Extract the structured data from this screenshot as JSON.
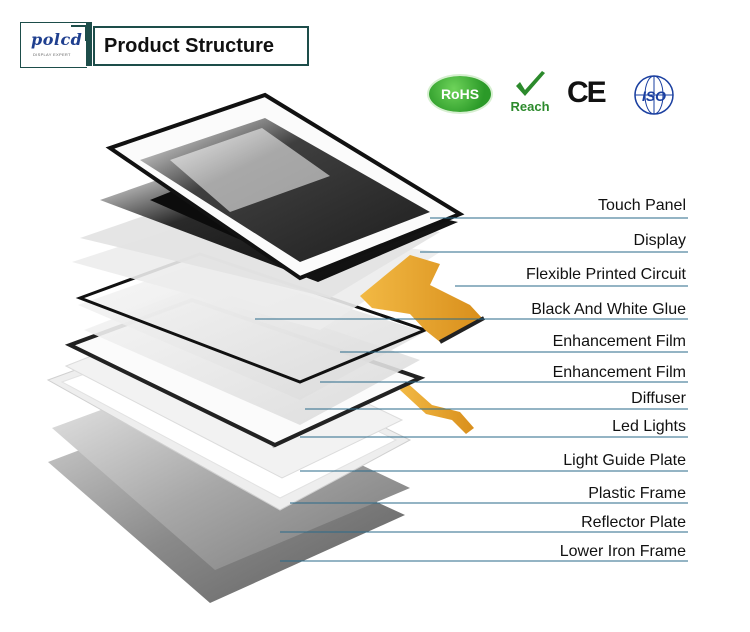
{
  "header": {
    "logo_text": "polcd",
    "logo_subtext": "DISPLAY EXPERT",
    "title": "Product Structure"
  },
  "certifications": {
    "rohs": "RoHS",
    "reach": "Reach",
    "ce": "CE",
    "iso": "ISO"
  },
  "colors": {
    "frame_dark": "#1d4d4a",
    "fpc_orange": "#e8a530",
    "rohs_green": "#2b9a28",
    "iso_blue": "#1a3fa0",
    "leader_line": "#2a6a8a"
  },
  "layers": [
    {
      "label": "Touch Panel"
    },
    {
      "label": "Display"
    },
    {
      "label": "Flexible Printed Circuit"
    },
    {
      "label": "Black And White Glue"
    },
    {
      "label": "Enhancement Film"
    },
    {
      "label": "Enhancement Film"
    },
    {
      "label": "Diffuser"
    },
    {
      "label": "Led Lights"
    },
    {
      "label": "Light Guide Plate"
    },
    {
      "label": "Plastic Frame"
    },
    {
      "label": "Reflector Plate"
    },
    {
      "label": "Lower Iron Frame"
    }
  ]
}
